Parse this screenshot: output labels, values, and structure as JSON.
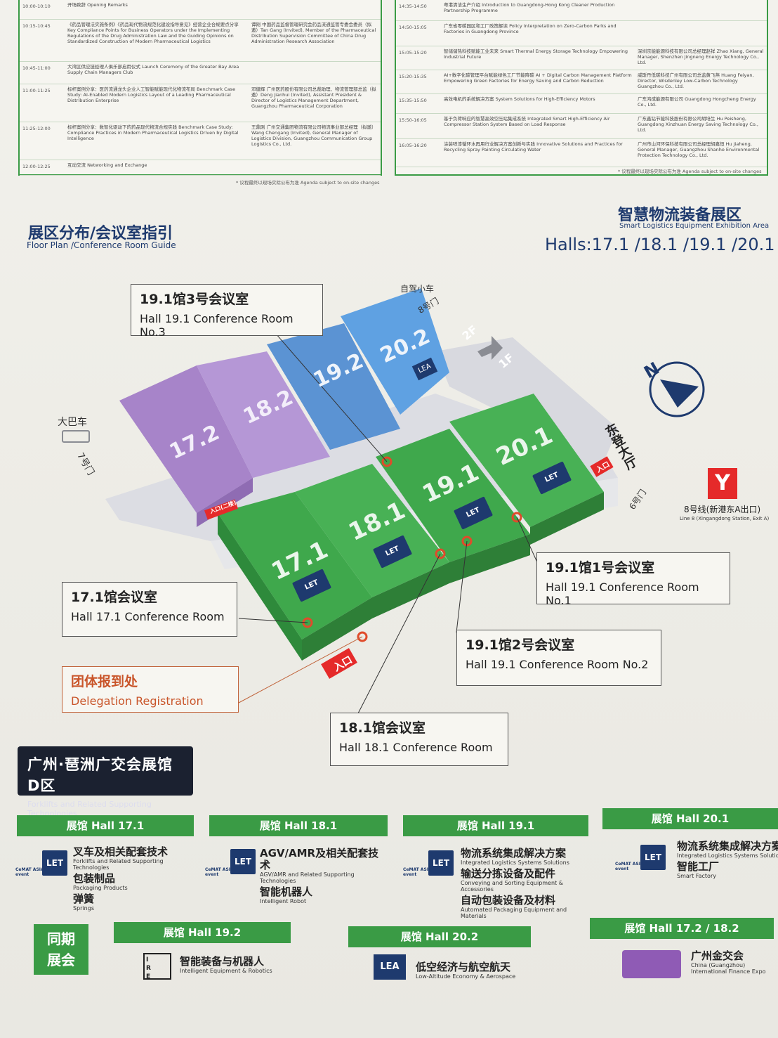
{
  "agenda_left": {
    "rows": [
      {
        "time": "10:00-10:10",
        "topic": "开场致辞 Opening Remarks",
        "speaker": ""
      },
      {
        "time": "10:15-10:45",
        "topic": "《药品管理法实施条例》《药品现代物流规范化建设指导意见》经营企业合规要点分享 Key Compliance Points for Business Operators under the Implementing Regulations of the Drug Administration Law and the Guiding Opinions on Standardized Construction of Modern Pharmaceutical Logistics",
        "speaker": "谭刚 中国药品监督管理研究会药品流通监管专委会委员（拟邀）Tan Gang (Invited), Member of the Pharmaceutical Distribution Supervision Committee of China Drug Administration Research Association"
      },
      {
        "time": "10:45-11:00",
        "topic": "大湾区供应链经理人俱乐部启用仪式 Launch Ceremony of the Greater Bay Area Supply Chain Managers Club",
        "speaker": ""
      },
      {
        "time": "11:00-11:25",
        "topic": "标杆案例分享：医药流通龙头企业人工智能赋能现代化物流布局 Benchmark Case Study: AI-Enabled Modern Logistics Layout of a Leading Pharmaceutical Distribution Enterprise",
        "speaker": "邓健辉 广州医药股份有限公司总裁助理、物流管理部总监（拟邀）Deng Jianhui (Invited), Assistant President & Director of Logistics Management Department, Guangzhou Pharmaceutical Corporation"
      },
      {
        "time": "11:25-12:00",
        "topic": "标杆案例分享：数智化驱动下的药品现代物流合规实践 Benchmark Case Study: Compliance Practices in Modern Pharmaceutical Logistics Driven by Digital Intelligence",
        "speaker": "王鼎刚 广州交通集团物流有限公司物流事业部总经理（拟邀）Wang Chengang (Invited), General Manager of Logistics Division, Guangzhou Communication Group Logistics Co., Ltd."
      },
      {
        "time": "12:00-12:25",
        "topic": "互动交流 Networking and Exchange",
        "speaker": ""
      }
    ],
    "note": "* 议程最终以现场实际公布为准 Agenda subject to on-site changes"
  },
  "agenda_right": {
    "rows": [
      {
        "time": "14:35-14:50",
        "topic": "粤港清洁生产介绍 Introduction to Guangdong-Hong Kong Cleaner Production Partnership Programme",
        "speaker": ""
      },
      {
        "time": "14:50-15:05",
        "topic": "广东省零碳园区和工厂政策解读 Policy Interpretation on Zero-Carbon Parks and Factories in Guangdong Province",
        "speaker": ""
      },
      {
        "time": "15:05-15:20",
        "topic": "智储储热科技赋能工业未来 Smart Thermal Energy Storage Technology Empowering Industrial Future",
        "speaker": "深圳京能能源科技有限公司总经理赵祥 Zhao Xiang, General Manager, Shenzhen Jingneng Energy Technology Co., Ltd."
      },
      {
        "time": "15:20-15:35",
        "topic": "AI+数字化碳管理平台赋能绿色工厂节能降碳 AI + Digital Carbon Management Platform Empowering Green Factories for Energy Saving and Carbon Reduction",
        "speaker": "威斯丹低碳科技广州有限公司总监黄飞燕 Huang Feiyan, Director, Wisdenley Low-Carbon Technology Guangzhou Co., Ltd."
      },
      {
        "time": "15:35-15:50",
        "topic": "高效电机的系统解决方案 System Solutions for High-Efficiency Motors",
        "speaker": "广东鸿成能源有限公司 Guangdong Hongcheng Energy Co., Ltd."
      },
      {
        "time": "15:50-16:05",
        "topic": "基于负荷响应的智慧高效空压站集成系统 Integrated Smart High-Efficiency Air Compressor Station System Based on Load Response",
        "speaker": "广东鑫钻节能科技股份有限公司胡培生 Hu Peisheng, Guangdong Xinzhuan Energy Saving Technology Co., Ltd."
      },
      {
        "time": "16:05-16:20",
        "topic": "涂装喷漆循环水再用行业解决方案创新与实践 Innovative Solutions and Practices for Recycling Spray Painting Circulating Water",
        "speaker": "广州市山河环保科技有限公司总经理胡嘉恒 Hu Jiaheng, General Manager, Guangzhou Shanhe Environmental Protection Technology Co., Ltd."
      }
    ],
    "note": "* 议程最终以现场实际公布为准 Agenda subject to on-site changes"
  },
  "floor_plan": {
    "title_cn": "展区分布/会议室指引",
    "title_en": "Floor Plan /Conference Room Guide"
  },
  "area": {
    "title_cn": "智慧物流装备展区",
    "title_en": "Smart Logistics Equipment Exhibition Area",
    "halls": "Halls:17.1 /18.1 /19.1 /20.1"
  },
  "map": {
    "halls": [
      "17.2",
      "18.2",
      "19.2",
      "20.2",
      "17.1",
      "18.1",
      "19.1",
      "20.1"
    ],
    "labels": {
      "self_drive": "自驾小车",
      "gate8": "8号门",
      "bus": "大巴车",
      "gate7": "7号门",
      "gate6": "6号门",
      "east_hall": "东登大厅",
      "floor2": "2F",
      "floor1": "1F",
      "entrance": "入口",
      "entrance_upper": "入口(二楼)",
      "metro_cn": "8号线(新港东A出口)",
      "metro_en": "Line 8 (Xingangdong Station, Exit A)",
      "metro_symbol": "Y",
      "north": "N",
      "lea": "LEA",
      "let": "LET"
    }
  },
  "callouts": {
    "room3_cn": "19.1馆3号会议室",
    "room3_en": "Hall 19.1 Conference Room No.3",
    "room171_cn": "17.1馆会议室",
    "room171_en": "Hall 17.1 Conference Room",
    "delegation_cn": "团体报到处",
    "delegation_en": "Delegation Registration",
    "room1_cn": "19.1馆1号会议室",
    "room1_en": "Hall 19.1 Conference Room No.1",
    "room2_cn": "19.1馆2号会议室",
    "room2_en": "Hall 19.1 Conference Room No.2",
    "room181_cn": "18.1馆会议室",
    "room181_en": "Hall 18.1 Conference Room"
  },
  "zone_d": {
    "cn": "广州·琶洲广交会展馆D区",
    "en": "Forklifts and Related Supporting Technologies"
  },
  "hall_panels": [
    {
      "bar": "展馆 Hall  17.1",
      "items": [
        {
          "cn": "叉车及相关配套技术",
          "en": "Forklifts and Related Supporting Technologies"
        },
        {
          "cn": "包装制品",
          "en": "Packaging Products"
        },
        {
          "cn": "弹簧",
          "en": "Springs"
        }
      ]
    },
    {
      "bar": "展馆 Hall  18.1",
      "items": [
        {
          "cn": "AGV/AMR及相关配套技术",
          "en": "AGV/AMR and Related Supporting Technologies"
        },
        {
          "cn": "智能机器人",
          "en": "Intelligent Robot"
        }
      ]
    },
    {
      "bar": "展馆 Hall  19.1",
      "items": [
        {
          "cn": "物流系统集成解决方案",
          "en": "Integrated Logistics Systems Solutions"
        },
        {
          "cn": "输送分拣设备及配件",
          "en": "Conveying and Sorting Equipment & Accessories"
        },
        {
          "cn": "自动包装设备及材料",
          "en": "Automated Packaging Equipment and Materials"
        }
      ]
    },
    {
      "bar": "展馆 Hall  20.1",
      "items": [
        {
          "cn": "物流系统集成解决方案",
          "en": "Integrated Logistics Systems Solutions"
        },
        {
          "cn": "智能工厂",
          "en": "Smart Factory"
        }
      ]
    }
  ],
  "same_period": {
    "line1": "同期",
    "line2": "展会"
  },
  "concurrent": [
    {
      "bar": "展馆 Hall  19.2",
      "cn": "智能装备与机器人",
      "en": "Intelligent Equipment & Robotics"
    },
    {
      "bar": "展馆 Hall  20.2",
      "cn": "低空经济与航空航天",
      "en": "Low-Altitude Economy & Aerospace"
    },
    {
      "bar": "展馆 Hall  17.2 / 18.2",
      "cn": "广州金交会",
      "en": "China (Guangzhou) International Finance Expo"
    }
  ],
  "colors": {
    "green": "#3a9b45",
    "blue_hall": "#5b93d3",
    "purple_hall": "#a784c9",
    "navy": "#1e3a6e",
    "red": "#e52a2a"
  }
}
